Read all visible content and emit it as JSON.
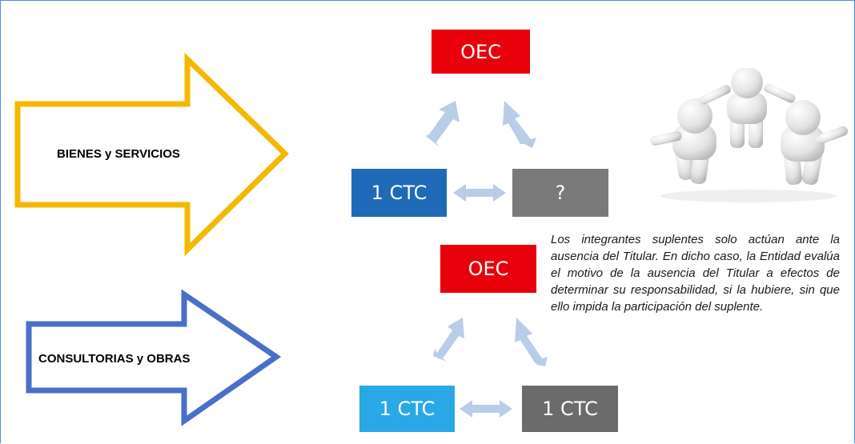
{
  "arrows": {
    "bienes": {
      "label": "BIENES y SERVICIOS",
      "color": "#f5b800"
    },
    "consultorias": {
      "label": "CONSULTORIAS y OBRAS",
      "color": "#4a6fc9"
    }
  },
  "top_group": {
    "oec": {
      "label": "OEC",
      "color": "#e8000b"
    },
    "ctc": {
      "label": "1 CTC",
      "color": "#1f69b8"
    },
    "unknown": {
      "label": "?",
      "color": "#7a7a7a"
    }
  },
  "bottom_group": {
    "oec": {
      "label": "OEC",
      "color": "#e8000b"
    },
    "ctc_left": {
      "label": "1 CTC",
      "color": "#2aa8e6"
    },
    "ctc_right": {
      "label": "1 CTC",
      "color": "#6b6b6b"
    }
  },
  "connector_color": "#b9cde8",
  "note": "Los integrantes suplentes solo actúan ante la ausencia del Titular. En dicho caso, la Entidad evalúa el motivo de la ausencia del Titular a efectos de determinar su responsabilidad, si la hubiere, sin que ello impida la participación del suplente."
}
